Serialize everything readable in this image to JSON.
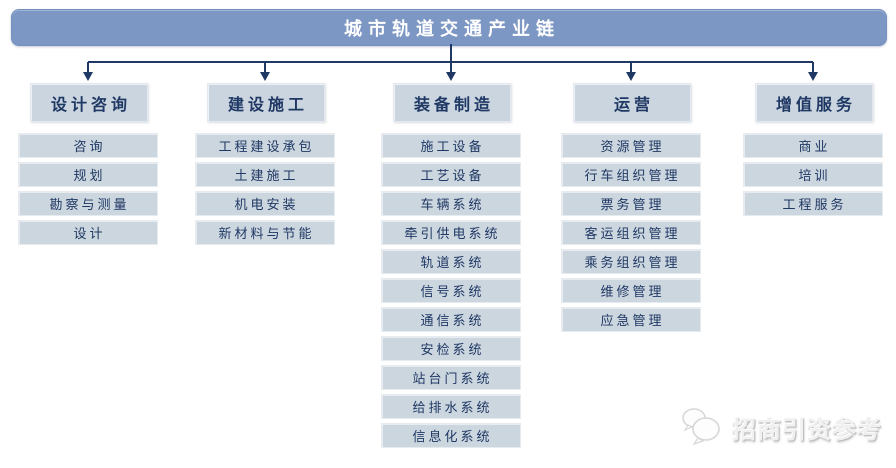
{
  "title": "城市轨道交通产业链",
  "columns": [
    {
      "header": "设计咨询",
      "items": [
        "咨询",
        "规划",
        "勘察与测量",
        "设计"
      ]
    },
    {
      "header": "建设施工",
      "items": [
        "工程建设承包",
        "土建施工",
        "机电安装",
        "新材料与节能"
      ]
    },
    {
      "header": "装备制造",
      "items": [
        "施工设备",
        "工艺设备",
        "车辆系统",
        "牵引供电系统",
        "轨道系统",
        "信号系统",
        "通信系统",
        "安检系统",
        "站台门系统",
        "给排水系统",
        "信息化系统"
      ]
    },
    {
      "header": "运营",
      "items": [
        "资源管理",
        "行车组织管理",
        "票务管理",
        "客运组织管理",
        "乘务组织管理",
        "维修管理",
        "应急管理"
      ]
    },
    {
      "header": "增值服务",
      "items": [
        "商业",
        "培训",
        "工程服务"
      ]
    }
  ],
  "watermark": {
    "text": "招商引资参考",
    "logo": "chat-bubbles-icon"
  },
  "colors": {
    "banner_fill": "#7D97C4",
    "banner_text": "#FFFFFF",
    "box_fill": "#CCD6DF",
    "box_text": "#1F3864",
    "connector": "#1F3864"
  }
}
